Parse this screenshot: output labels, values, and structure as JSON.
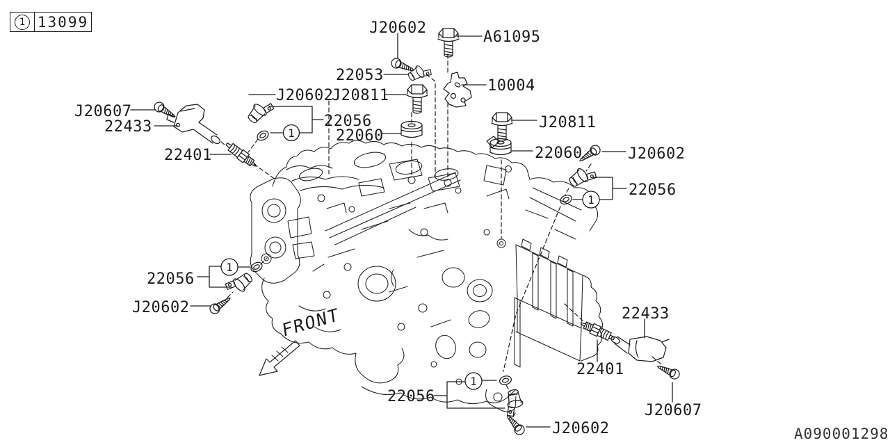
{
  "diagram": {
    "legend": {
      "callout": "1",
      "part_number": "13099"
    },
    "callout_symbol": "1",
    "front_label": "FRONT",
    "drawing_number": "A090001298",
    "labels": {
      "j20602_top": "J20602",
      "a61095": "A61095",
      "p22053": "22053",
      "j20602_mid": "J20602",
      "j20811_mid": "J20811",
      "p22056_topleft": "22056",
      "p22060_left": "22060",
      "p10004": "10004",
      "j20811_right": "J20811",
      "p22060_right": "22060",
      "j20602_right": "J20602",
      "p22056_right": "22056",
      "j20607_topleft": "J20607",
      "p22433_left": "22433",
      "p22401_left": "22401",
      "p22056_bottomleft": "22056",
      "j20602_bottomleft": "J20602",
      "p22433_right": "22433",
      "p22401_bottom": "22401",
      "j20607_bottom": "J20607",
      "p22056_bottomcenter": "22056",
      "j20602_bottom": "J20602"
    }
  }
}
